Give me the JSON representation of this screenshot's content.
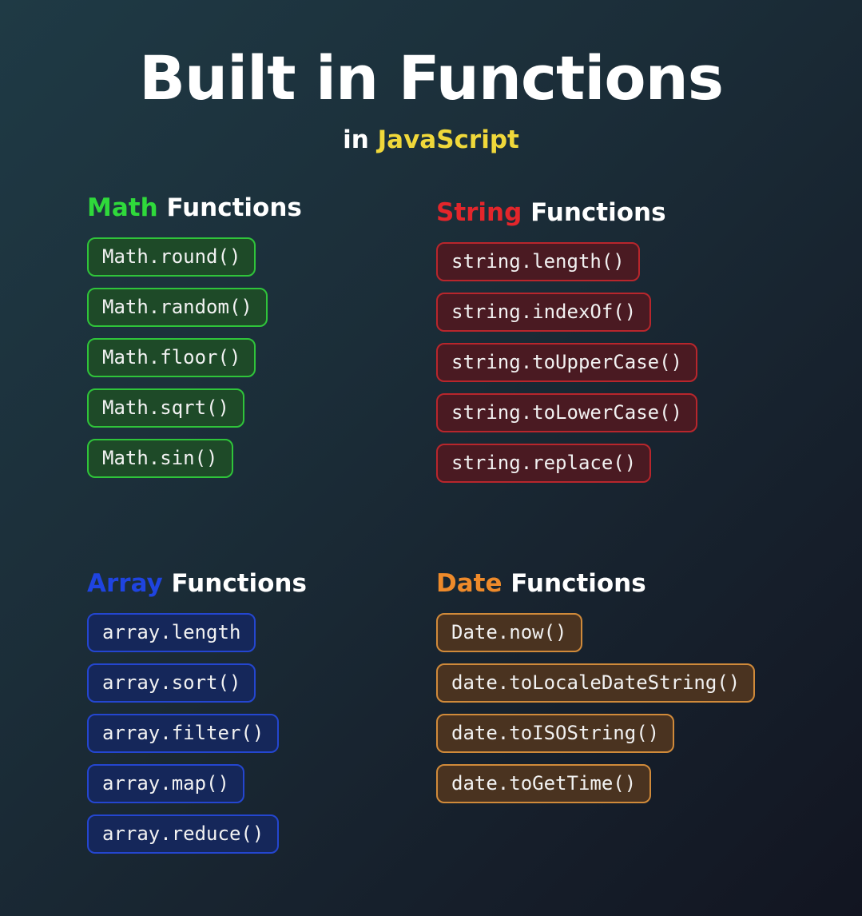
{
  "header": {
    "title": "Built in Functions",
    "subtitle_prefix": "in",
    "subtitle_accent": "JavaScript"
  },
  "colors": {
    "math": "#2fd93b",
    "string": "#e3262b",
    "array": "#1f44e0",
    "date": "#ee8a2a",
    "javascript": "#f0d83a"
  },
  "sections": {
    "math": {
      "keyword": "Math",
      "rest": "Functions",
      "items": [
        "Math.round()",
        "Math.random()",
        "Math.floor()",
        "Math.sqrt()",
        "Math.sin()"
      ]
    },
    "string": {
      "keyword": "String",
      "rest": "Functions",
      "items": [
        "string.length()",
        "string.indexOf()",
        "string.toUpperCase()",
        "string.toLowerCase()",
        "string.replace()"
      ]
    },
    "array": {
      "keyword": "Array",
      "rest": "Functions",
      "items": [
        "array.length",
        "array.sort()",
        "array.filter()",
        "array.map()",
        "array.reduce()"
      ]
    },
    "date": {
      "keyword": "Date",
      "rest": "Functions",
      "items": [
        "Date.now()",
        "date.toLocaleDateString()",
        "date.toISOString()",
        "date.toGetTime()"
      ]
    }
  }
}
